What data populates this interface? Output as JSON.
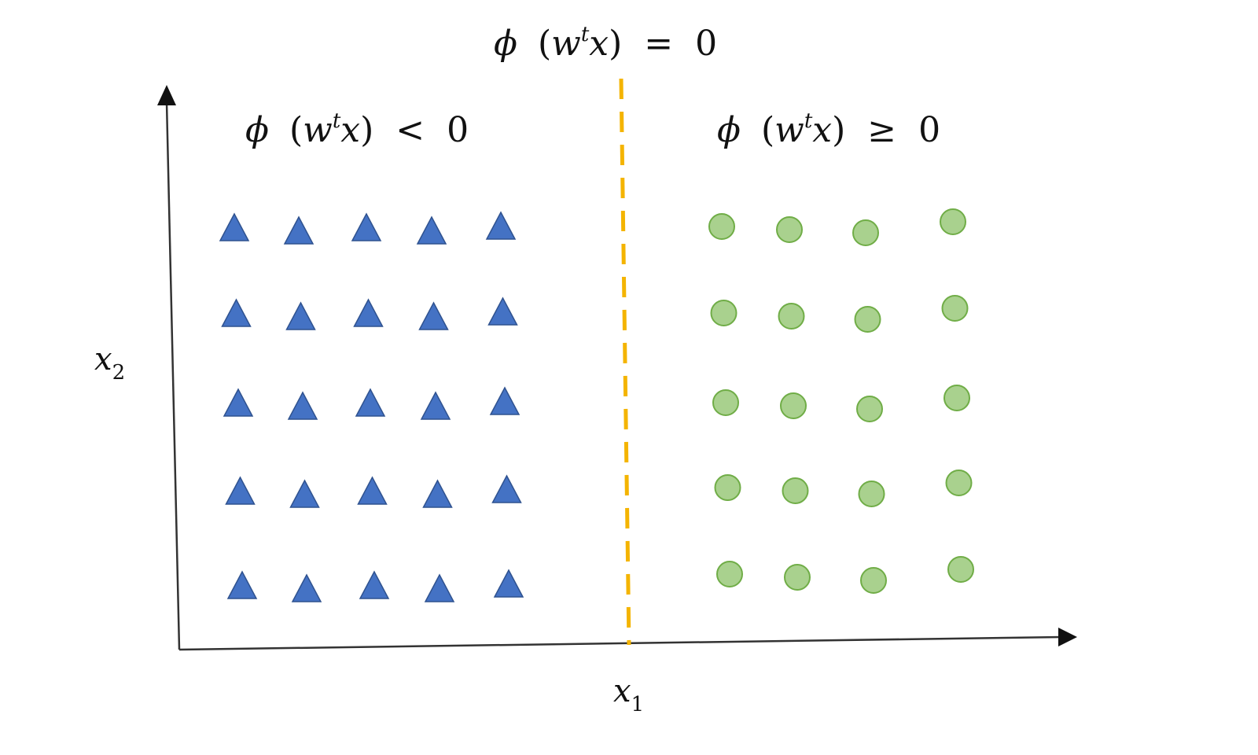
{
  "labels": {
    "boundary": {
      "fn": "ϕ",
      "lparen": "(",
      "w": "w",
      "t": "t",
      "x": "x",
      "rparen": ")",
      "rel": "=",
      "zero": "0"
    },
    "left_region": {
      "fn": "ϕ",
      "lparen": "(",
      "w": "w",
      "t": "t",
      "x": "x",
      "rparen": ")",
      "rel": "<",
      "zero": "0"
    },
    "right_region": {
      "fn": "ϕ",
      "lparen": "(",
      "w": "w",
      "t": "t",
      "x": "x",
      "rparen": ")",
      "rel": "≥",
      "zero": "0"
    },
    "x_axis": {
      "base": "x",
      "sub": "1"
    },
    "y_axis": {
      "base": "x",
      "sub": "2"
    }
  },
  "colors": {
    "triangle_fill": "#4472C4",
    "triangle_stroke": "#2F528F",
    "circle_fill": "#A9D18E",
    "circle_stroke": "#70AD47",
    "boundary_line": "#F4B400",
    "axis": "#333333"
  },
  "class_negative": {
    "marker": "triangle-icon",
    "columns": 5,
    "rows": 5
  },
  "class_positive": {
    "marker": "circle-icon",
    "columns": 4,
    "rows": 5
  }
}
